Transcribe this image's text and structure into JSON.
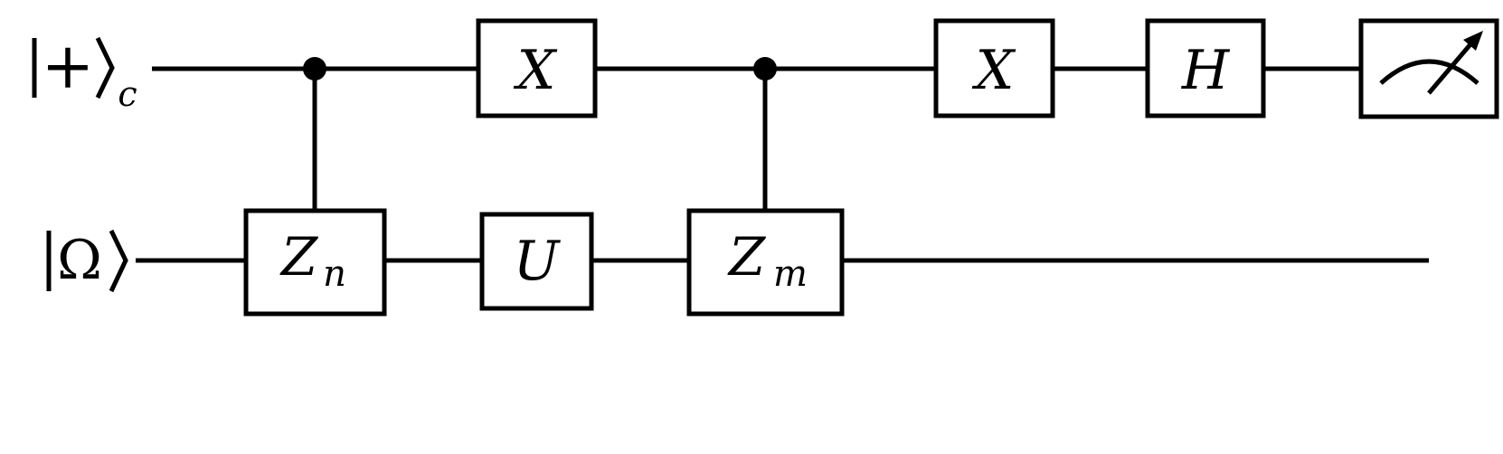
{
  "circuit": {
    "qubits": [
      {
        "ket": "+",
        "subscript": "c"
      },
      {
        "ket": "Ω",
        "subscript": ""
      }
    ],
    "gates": {
      "x1": "X",
      "zn": {
        "base": "Z",
        "sub": "n"
      },
      "u": "U",
      "zm": {
        "base": "Z",
        "sub": "m"
      },
      "x2": "X",
      "h": "H"
    },
    "measurement_icon": "meter-icon",
    "colors": {
      "ink": "#000000",
      "background": "#ffffff"
    }
  }
}
